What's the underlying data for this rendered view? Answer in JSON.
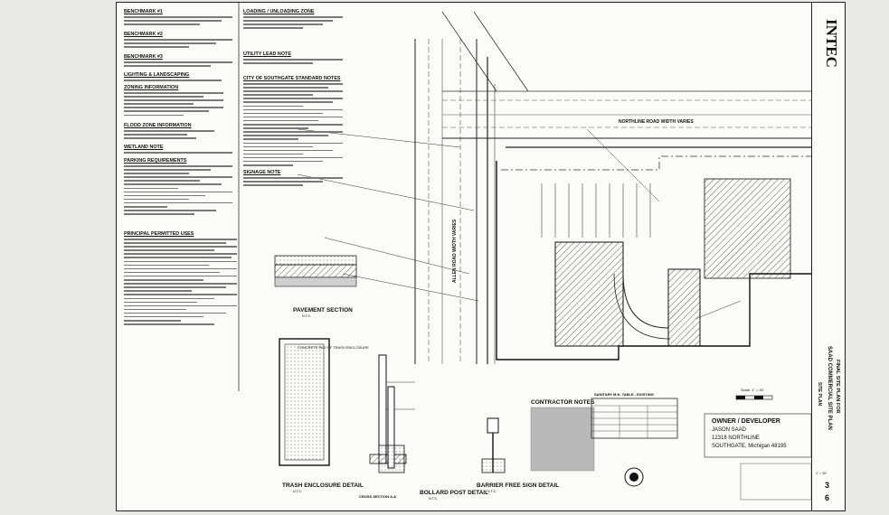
{
  "left_column": {
    "benchmark1": "BENCHMARK #1",
    "benchmark2": "BENCHMARK #2",
    "benchmark3": "BENCHMARK #3",
    "lighting": "LIGHTING & LANDSCAPING",
    "zoning": "ZONING INFORMATION",
    "flood": "FLOOD ZONE INFORMATION",
    "wetland": "WETLAND NOTE",
    "parking": "PARKING REQUIREMENTS",
    "permitted": "PRINCIPAL PERMITTED USES"
  },
  "middle_notes": {
    "loading": "LOADING / UNLOADING ZONE",
    "utility": "UTILITY LEAD NOTE",
    "southgate": "CITY OF SOUTHGATE STANDARD NOTES",
    "signage": "SIGNAGE NOTE"
  },
  "site_plan": {
    "northline": "NORTHLINE ROAD WIDTH VARIES",
    "allen": "ALLEN ROAD WIDTH VARIES",
    "pavement": "PAVEMENT SECTION",
    "trash_enclosure_label": "CONCRETE PAD OF TRASH ENCLOSURE",
    "trash_detail": "TRASH ENCLOSURE DETAIL",
    "bollard_detail": "BOLLARD POST DETAIL",
    "barrier_detail": "BARRIER FREE SIGN DETAIL",
    "cross_section": "CROSS SECTION A-A",
    "contractor_notes": "CONTRACTOR NOTES",
    "sanitary_table": "SANITARY M.H. TABLE - EXISTING",
    "scale": "Scale: 1\" = 30'",
    "nts": "N.T.S."
  },
  "owner": {
    "heading": "OWNER / DEVELOPER",
    "name": "JASON SAAD",
    "address": "12318 NORTHLINE",
    "city": "SOUTHGATE, Michigan 48195"
  },
  "title_block": {
    "firm": "INTEC",
    "plan_title": "FINAL SITE PLAN FOR",
    "project": "SAAD COMMERCIAL SITE PLAN",
    "sheet_title": "SITE PLAN",
    "scale": "1\" = 30'",
    "sheet_number": "3",
    "sheet_total": "6"
  }
}
